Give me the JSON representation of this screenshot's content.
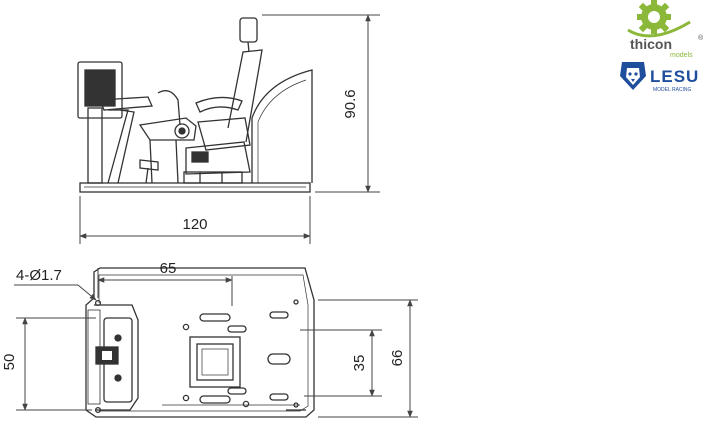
{
  "dimensions": {
    "height": "90.6",
    "length": "120",
    "mount_spacing": "65",
    "holes": "4-Ø1.7",
    "outer_width": "66",
    "inner_width": "50",
    "mount_width": "35"
  },
  "logos": {
    "thicon": {
      "name": "thicon",
      "sub": "models",
      "mark": "®"
    },
    "lesu": {
      "name": "LESU",
      "sub": "MODEL RACING"
    }
  },
  "colors": {
    "line": "#333333",
    "dim_line": "#444444",
    "thicon_green": "#8cb83a",
    "thicon_gray": "#666666",
    "lesu_blue": "#1f4e9c"
  }
}
